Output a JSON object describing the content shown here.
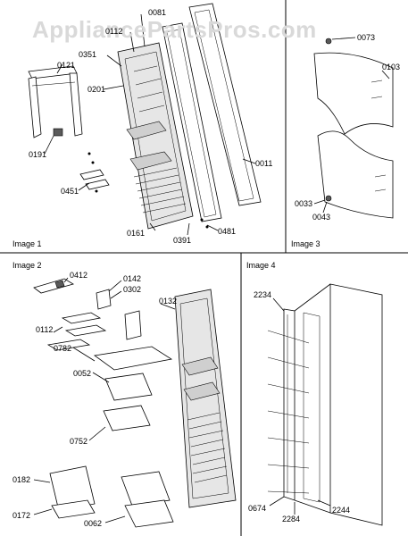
{
  "watermark": "AppliancePartsPros.com",
  "panels": {
    "image1": {
      "title": "Image 1",
      "labels": {
        "l0081": "0081",
        "l0112a": "0112",
        "l0351": "0351",
        "l0121": "0121",
        "l0201": "0201",
        "l0191": "0191",
        "l0451": "0451",
        "l0011": "0011",
        "l0161": "0161",
        "l0391": "0391",
        "l0481": "0481"
      }
    },
    "image2": {
      "title": "Image 2",
      "labels": {
        "l0412": "0412",
        "l0142": "0142",
        "l0302": "0302",
        "l0132": "0132",
        "l0112b": "0112",
        "l0782": "0782",
        "l0052": "0052",
        "l0752": "0752",
        "l0182": "0182",
        "l0172": "0172",
        "l0062": "0062"
      }
    },
    "image3": {
      "title": "Image 3",
      "labels": {
        "l0073": "0073",
        "l0103": "0103",
        "l0033": "0033",
        "l0043": "0043"
      }
    },
    "image4": {
      "title": "Image 4",
      "labels": {
        "l2234": "2234",
        "l0674": "0674",
        "l2284": "2284",
        "l2244": "2244"
      }
    }
  },
  "colors": {
    "line": "#000000",
    "watermark": "#d9d9d9",
    "shade": "#e6e6e6",
    "background": "#ffffff"
  }
}
